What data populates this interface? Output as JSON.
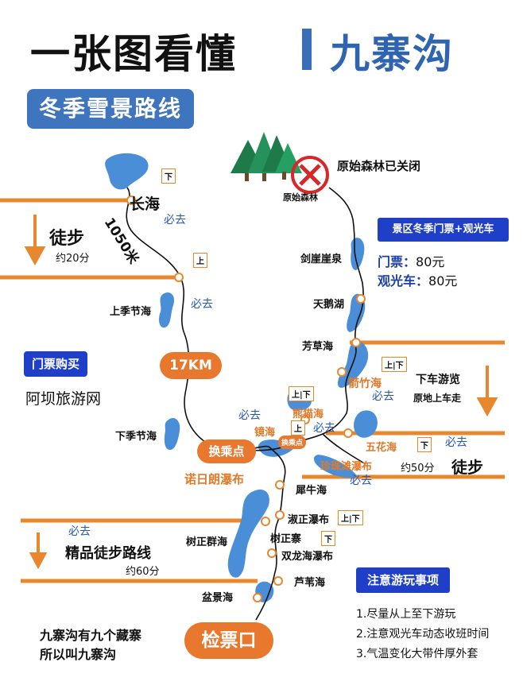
{
  "header": {
    "title_main": "一张图看懂",
    "title_sub": "九寨沟",
    "season_badge": "冬季雪景路线"
  },
  "colors": {
    "accent_blue": "#3f74bf",
    "orange": "#e9782f",
    "lake_blue": "#4a8ed8",
    "dark_blue_box": "#1f3fc8"
  },
  "locations": {
    "changhai": "长海",
    "forest": "原始森林已关闭",
    "forest_point": "原始森林",
    "jianyanquan": "剑崖崖泉",
    "tiane": "天鹅湖",
    "fangcao": "芳草海",
    "qianzhu": "箭竹海",
    "xiongmao": "熊猫海",
    "jinghai": "镜海",
    "wuhua": "五花海",
    "zhenzhu": "珍珠滩瀑布",
    "shangjijie": "上季节海",
    "xiajijie": "下季节海",
    "nuorilang": "诺日朗瀑布",
    "xiniu": "犀牛海",
    "shuzheng_pubu": "淑正瀑布",
    "shuzheng_zhai": "树正寨",
    "shuzheng_qunhai": "树正群海",
    "shuanglong": "双龙海瀑布",
    "luwei": "芦苇海",
    "penjing": "盆景海"
  },
  "badges": {
    "down": "下",
    "up": "上",
    "updown": "上|下",
    "must_go": "必去"
  },
  "walk_top": {
    "label": "徒步",
    "time": "约20分",
    "distance": "1050米"
  },
  "distance_17km": "17KM",
  "ticket_buy": {
    "label": "门票购买",
    "site": "阿坝旅游网"
  },
  "ticket_info": {
    "header": "景区冬季门票+观光车",
    "ticket_label": "门票：",
    "ticket_price": "80元",
    "bus_label": "观光车：",
    "bus_price": "80元"
  },
  "alight": {
    "line1": "下车游览",
    "line2": "原地上车走"
  },
  "walk_mid": {
    "label": "徒步",
    "time": "约50分"
  },
  "transfer": "换乘点",
  "transfer_small": "换乘点",
  "hiking_route": {
    "label": "精品徒步路线",
    "time": "约60分"
  },
  "checkpoint": "检票口",
  "bottom_note": {
    "line1": "九寨沟有九个藏寨",
    "line2": "所以叫九寨沟"
  },
  "tips": {
    "header": "注意游玩事项",
    "items": [
      "1.尽量从上至下游玩",
      "2.注意观光车动态收班时间",
      "3.气温变化大带件厚外套"
    ]
  }
}
